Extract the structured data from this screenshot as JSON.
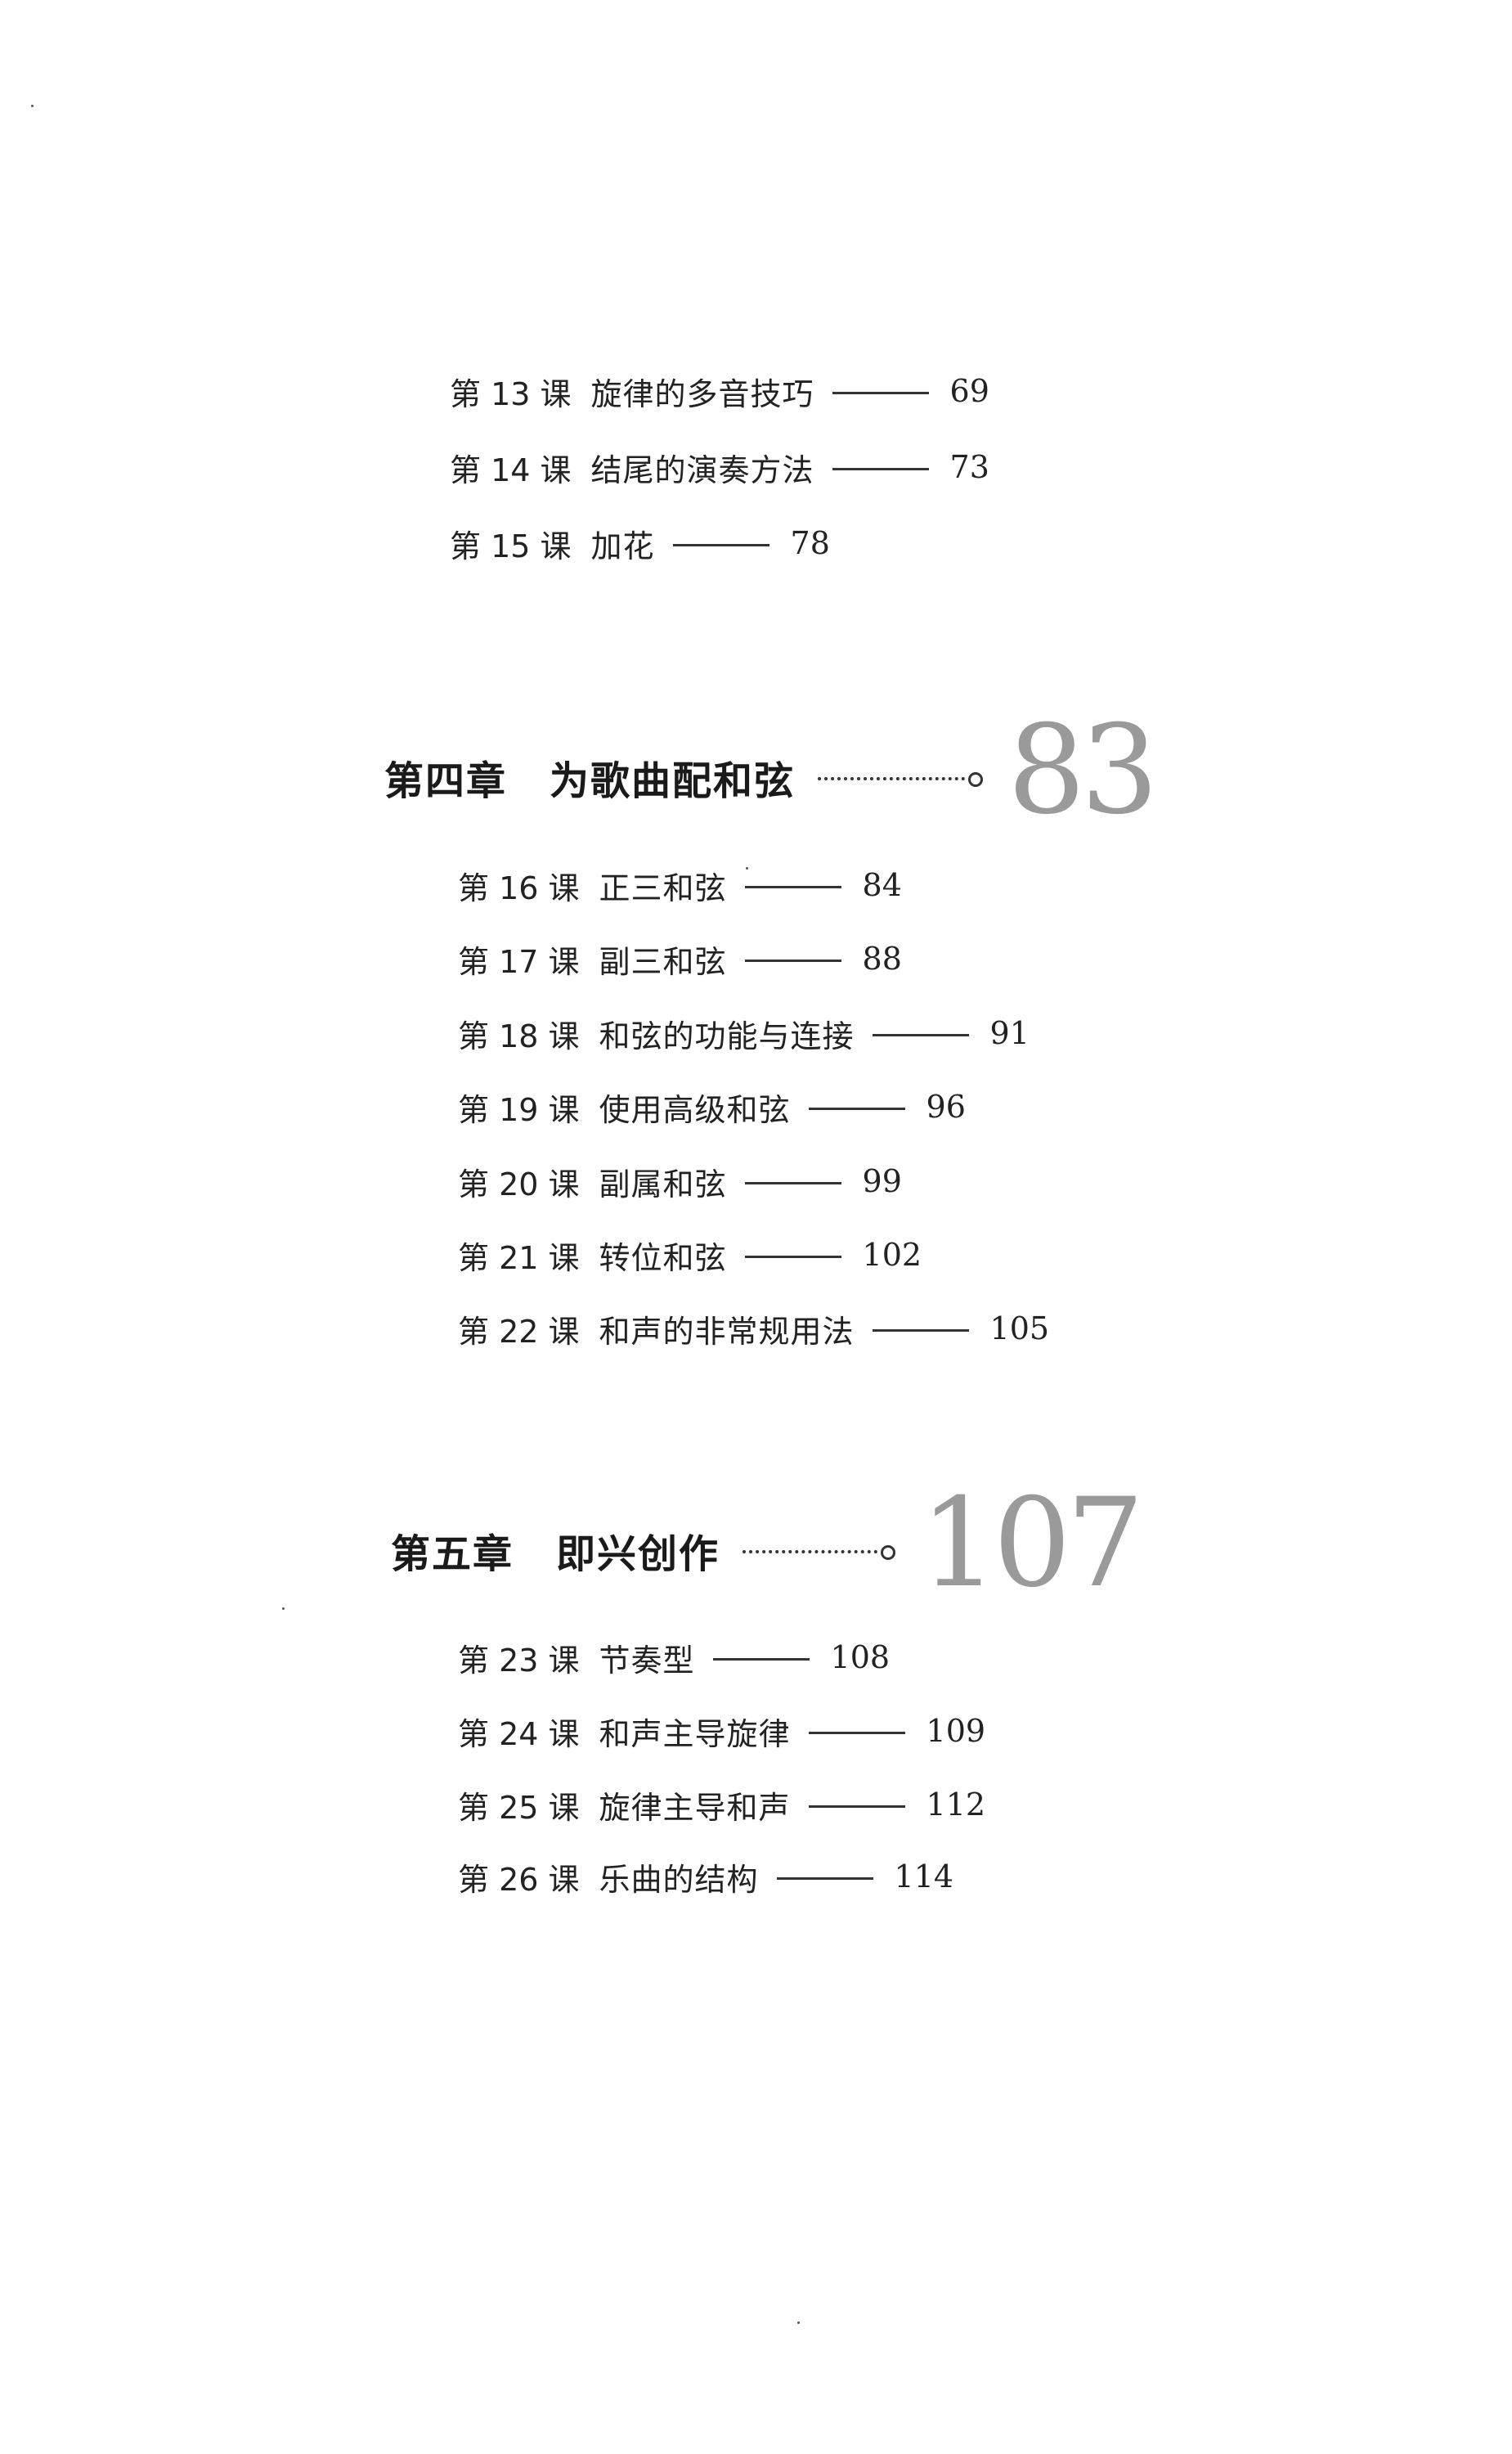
{
  "section_3_continued": {
    "lessons": [
      {
        "num": "第 13 课",
        "title": "旋律的多音技巧",
        "page": "69"
      },
      {
        "num": "第 14 课",
        "title": "结尾的演奏方法",
        "page": "73"
      },
      {
        "num": "第 15 课",
        "title": "加花",
        "page": "78"
      }
    ]
  },
  "chapter_4": {
    "label": "第四章",
    "title": "为歌曲配和弦",
    "page": "83",
    "lessons": [
      {
        "num": "第 16 课",
        "title": "正三和弦",
        "page": "84"
      },
      {
        "num": "第 17 课",
        "title": "副三和弦",
        "page": "88"
      },
      {
        "num": "第 18 课",
        "title": "和弦的功能与连接",
        "page": "91"
      },
      {
        "num": "第 19 课",
        "title": "使用高级和弦",
        "page": "96"
      },
      {
        "num": "第 20 课",
        "title": "副属和弦",
        "page": "99"
      },
      {
        "num": "第 21 课",
        "title": "转位和弦",
        "page": "102"
      },
      {
        "num": "第 22 课",
        "title": "和声的非常规用法",
        "page": "105"
      }
    ]
  },
  "chapter_5": {
    "label": "第五章",
    "title": "即兴创作",
    "page": "107",
    "lessons": [
      {
        "num": "第 23 课",
        "title": "节奏型",
        "page": "108"
      },
      {
        "num": "第 24 课",
        "title": "和声主导旋律",
        "page": "109"
      },
      {
        "num": "第 25 课",
        "title": "旋律主导和声",
        "page": "112"
      },
      {
        "num": "第 26 课",
        "title": "乐曲的结构",
        "page": "114"
      }
    ]
  }
}
